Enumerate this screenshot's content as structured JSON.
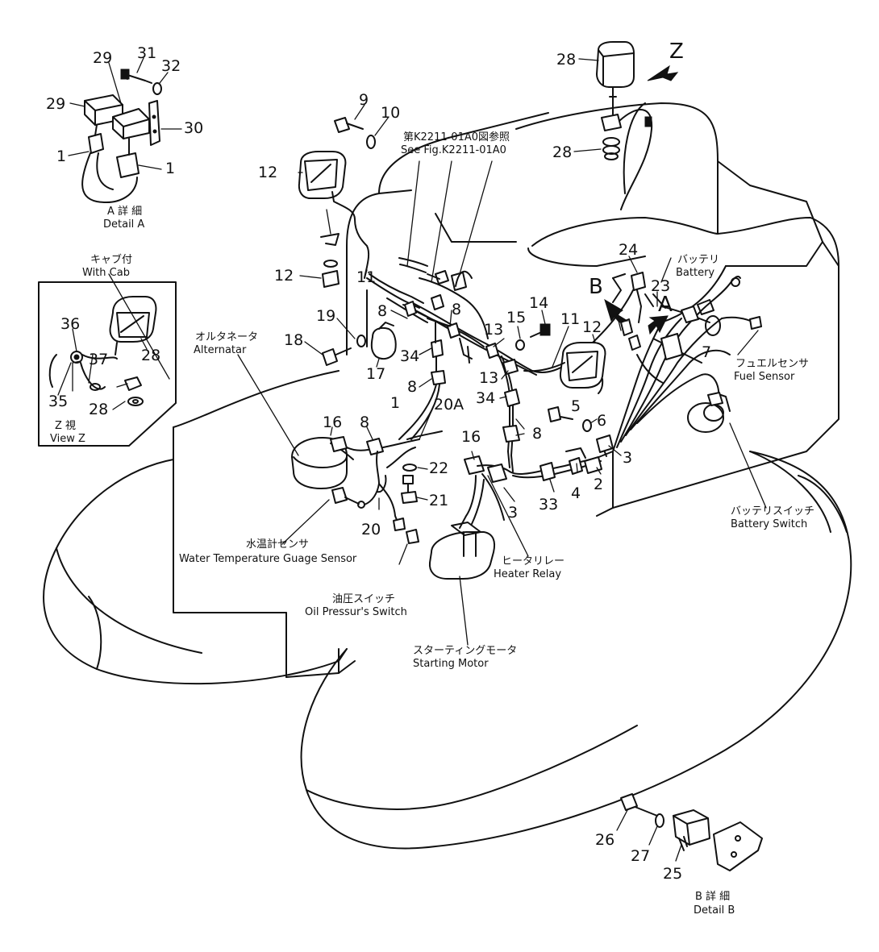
{
  "labels": {
    "detail_a_jp": "A 詳 細",
    "detail_a": "Detail A",
    "with_cab_jp": "キャブ付",
    "with_cab": "With Cab",
    "view_z_jp": "Z 視",
    "view_z": "View Z",
    "see_fig_jp": "第K2211-01A0図参照",
    "see_fig": "See Fig.K2211-01A0",
    "alternator_jp": "オルタネータ",
    "alternator": "Alternatar",
    "battery_jp": "バッテリ",
    "battery": "Battery",
    "fuel_sensor_jp": "フュエルセンサ",
    "fuel_sensor": "Fuel Sensor",
    "battery_switch_jp": "バッテリスイッチ",
    "battery_switch": "Battery Switch",
    "water_temp_jp": "水温計センサ",
    "water_temp": "Water Temperature Guage Sensor",
    "oil_pressure_jp": "油圧スイッチ",
    "oil_pressure": "Oil Pressur's Switch",
    "heater_relay_jp": "ヒータリレー",
    "heater_relay": "Heater Relay",
    "starting_motor_jp": "スターティングモータ",
    "starting_motor": "Starting Motor",
    "detail_b_jp": "B 詳 細",
    "detail_b": "Detail B"
  },
  "callouts": [
    {
      "id": "c29a",
      "text": "29"
    },
    {
      "id": "c31",
      "text": "31"
    },
    {
      "id": "c32",
      "text": "32"
    },
    {
      "id": "c29b",
      "text": "29"
    },
    {
      "id": "c30",
      "text": "30"
    },
    {
      "id": "c1a",
      "text": "1"
    },
    {
      "id": "c1b",
      "text": "1"
    },
    {
      "id": "c9",
      "text": "9"
    },
    {
      "id": "c10",
      "text": "10"
    },
    {
      "id": "c12a",
      "text": "12"
    },
    {
      "id": "c12b",
      "text": "12"
    },
    {
      "id": "c11a",
      "text": "11"
    },
    {
      "id": "c28a",
      "text": "28"
    },
    {
      "id": "c28b",
      "text": "28"
    },
    {
      "id": "cZ",
      "text": "Z"
    },
    {
      "id": "c24",
      "text": "24"
    },
    {
      "id": "c23",
      "text": "23"
    },
    {
      "id": "cB",
      "text": "B"
    },
    {
      "id": "cA",
      "text": "A"
    },
    {
      "id": "c7",
      "text": "7"
    },
    {
      "id": "c36",
      "text": "36"
    },
    {
      "id": "c37",
      "text": "37"
    },
    {
      "id": "c28c",
      "text": "28"
    },
    {
      "id": "c35",
      "text": "35"
    },
    {
      "id": "c28d",
      "text": "28"
    },
    {
      "id": "c19",
      "text": "19"
    },
    {
      "id": "c18",
      "text": "18"
    },
    {
      "id": "c8a",
      "text": "8"
    },
    {
      "id": "c8b",
      "text": "8"
    },
    {
      "id": "c17",
      "text": "17"
    },
    {
      "id": "c34a",
      "text": "34"
    },
    {
      "id": "c8c",
      "text": "8"
    },
    {
      "id": "c13a",
      "text": "13"
    },
    {
      "id": "c15",
      "text": "15"
    },
    {
      "id": "c14",
      "text": "14"
    },
    {
      "id": "c11b",
      "text": "11"
    },
    {
      "id": "c12c",
      "text": "12"
    },
    {
      "id": "c13b",
      "text": "13"
    },
    {
      "id": "c34b",
      "text": "34"
    },
    {
      "id": "c5",
      "text": "5"
    },
    {
      "id": "c6",
      "text": "6"
    },
    {
      "id": "c1c",
      "text": "1"
    },
    {
      "id": "c20A",
      "text": "20A"
    },
    {
      "id": "c16a",
      "text": "16"
    },
    {
      "id": "c8d",
      "text": "8"
    },
    {
      "id": "c8e",
      "text": "8"
    },
    {
      "id": "c16b",
      "text": "16"
    },
    {
      "id": "c3a",
      "text": "3"
    },
    {
      "id": "c4",
      "text": "4"
    },
    {
      "id": "c2",
      "text": "2"
    },
    {
      "id": "c22",
      "text": "22"
    },
    {
      "id": "c21",
      "text": "21"
    },
    {
      "id": "c3b",
      "text": "3"
    },
    {
      "id": "c33",
      "text": "33"
    },
    {
      "id": "c20",
      "text": "20"
    },
    {
      "id": "c26",
      "text": "26"
    },
    {
      "id": "c27",
      "text": "27"
    },
    {
      "id": "c25",
      "text": "25"
    }
  ]
}
